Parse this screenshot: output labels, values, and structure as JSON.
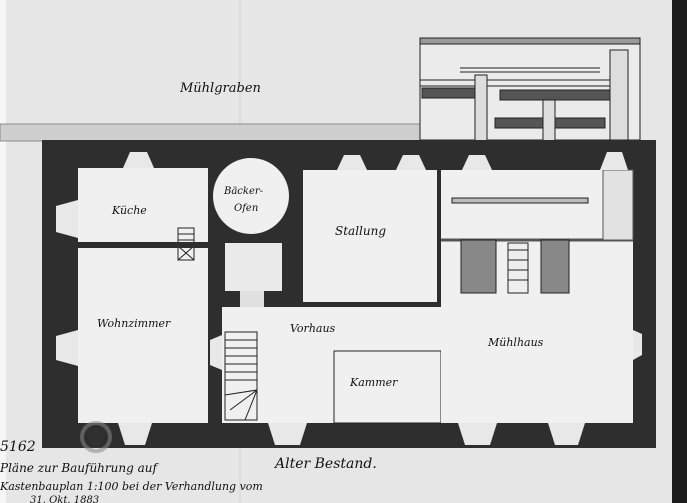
{
  "drawing": {
    "sheet_number": "5162",
    "rooms": {
      "muehlgraben": "Mühlgraben",
      "kueche": "Küche",
      "baeckerofen_1": "Bäcker-",
      "baeckerofen_2": "Ofen",
      "stallung": "Stallung",
      "wohnzimmer": "Wohnzimmer",
      "vorhaus": "Vorhaus",
      "kammer": "Kammer",
      "muehlhaus": "Mühlhaus"
    },
    "caption": {
      "line1_left": "Pläne zur Bauführung auf",
      "line1_right": "Alter Bestand.",
      "line2": "Kastenbauplan  1:100  bei der Verhandlung vom",
      "line3": "31. Okt. 1883"
    }
  },
  "colors": {
    "paper": "#e4e4e4",
    "wall": "#2e2e2e",
    "room": "#f0f0f0",
    "ink": "#111111"
  }
}
